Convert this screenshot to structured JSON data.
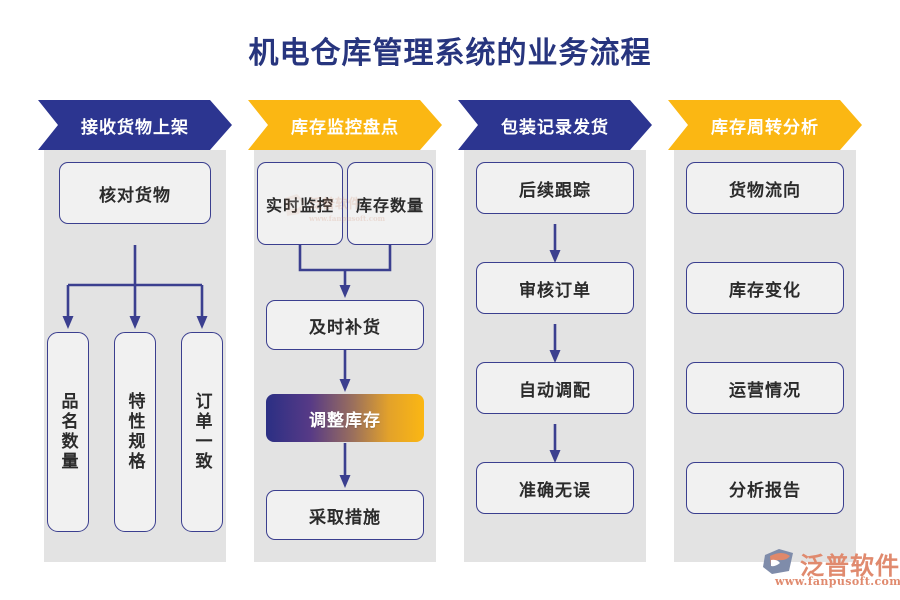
{
  "page": {
    "title": "机电仓库管理系统的业务流程",
    "title_color": "#27357e",
    "background": "#ffffff"
  },
  "theme": {
    "navy": "#2c3590",
    "gold": "#fbb713",
    "panel_gray": "#e3e3e3",
    "node_fill": "#f1f1f1",
    "node_border": "#3b3f8f",
    "connector": "#3b3f8f",
    "gradient_from": "#2b2f84",
    "gradient_to": "#fbb713",
    "logo_color": "#e08a6e"
  },
  "chart_data": {
    "type": "diagram",
    "subtype": "swimlane-flowchart",
    "title": "机电仓库管理系统的业务流程",
    "lane_count": 4,
    "lanes": [
      {
        "header": "接收货物上架",
        "header_color": "#2c3590",
        "layout": "one-to-three-branch",
        "nodes": [
          "核对货物",
          "品名数量",
          "特性规格",
          "订单一致"
        ],
        "edges": [
          {
            "from": "核对货物",
            "to": "品名数量"
          },
          {
            "from": "核对货物",
            "to": "特性规格"
          },
          {
            "from": "核对货物",
            "to": "订单一致"
          }
        ]
      },
      {
        "header": "库存监控盘点",
        "header_color": "#fbb713",
        "layout": "two-merge-then-chain",
        "nodes": [
          "实时监控",
          "库存数量",
          "及时补货",
          "调整库存",
          "采取措施"
        ],
        "edges": [
          {
            "from": "实时监控",
            "to": "及时补货"
          },
          {
            "from": "库存数量",
            "to": "及时补货"
          },
          {
            "from": "及时补货",
            "to": "调整库存"
          },
          {
            "from": "调整库存",
            "to": "采取措施"
          }
        ],
        "highlight_node": "调整库存"
      },
      {
        "header": "包装记录发货",
        "header_color": "#2c3590",
        "layout": "vertical-chain",
        "nodes": [
          "后续跟踪",
          "审核订单",
          "自动调配",
          "准确无误"
        ],
        "edges": [
          {
            "from": "后续跟踪",
            "to": "审核订单"
          },
          {
            "from": "审核订单",
            "to": "自动调配"
          },
          {
            "from": "自动调配",
            "to": "准确无误"
          }
        ]
      },
      {
        "header": "库存周转分析",
        "header_color": "#fbb713",
        "layout": "vertical-list",
        "nodes": [
          "货物流向",
          "库存变化",
          "运营情况",
          "分析报告"
        ],
        "edges": []
      }
    ]
  },
  "columns": [
    {
      "header": "接收货物上架",
      "style": "navy",
      "top_node": "核对货物",
      "branch_nodes": [
        "品名数量",
        "特性规格",
        "订单一致"
      ]
    },
    {
      "header": "库存监控盘点",
      "style": "gold",
      "top_left": "实时监控",
      "top_right": "库存数量",
      "chain": [
        "及时补货",
        "调整库存",
        "采取措施"
      ]
    },
    {
      "header": "包装记录发货",
      "style": "navy",
      "chain": [
        "后续跟踪",
        "审核订单",
        "自动调配",
        "准确无误"
      ]
    },
    {
      "header": "库存周转分析",
      "style": "gold",
      "list": [
        "货物流向",
        "库存变化",
        "运营情况",
        "分析报告"
      ]
    }
  ],
  "logo": {
    "name": "泛普软件",
    "url": "www.fanpusoft.com"
  }
}
